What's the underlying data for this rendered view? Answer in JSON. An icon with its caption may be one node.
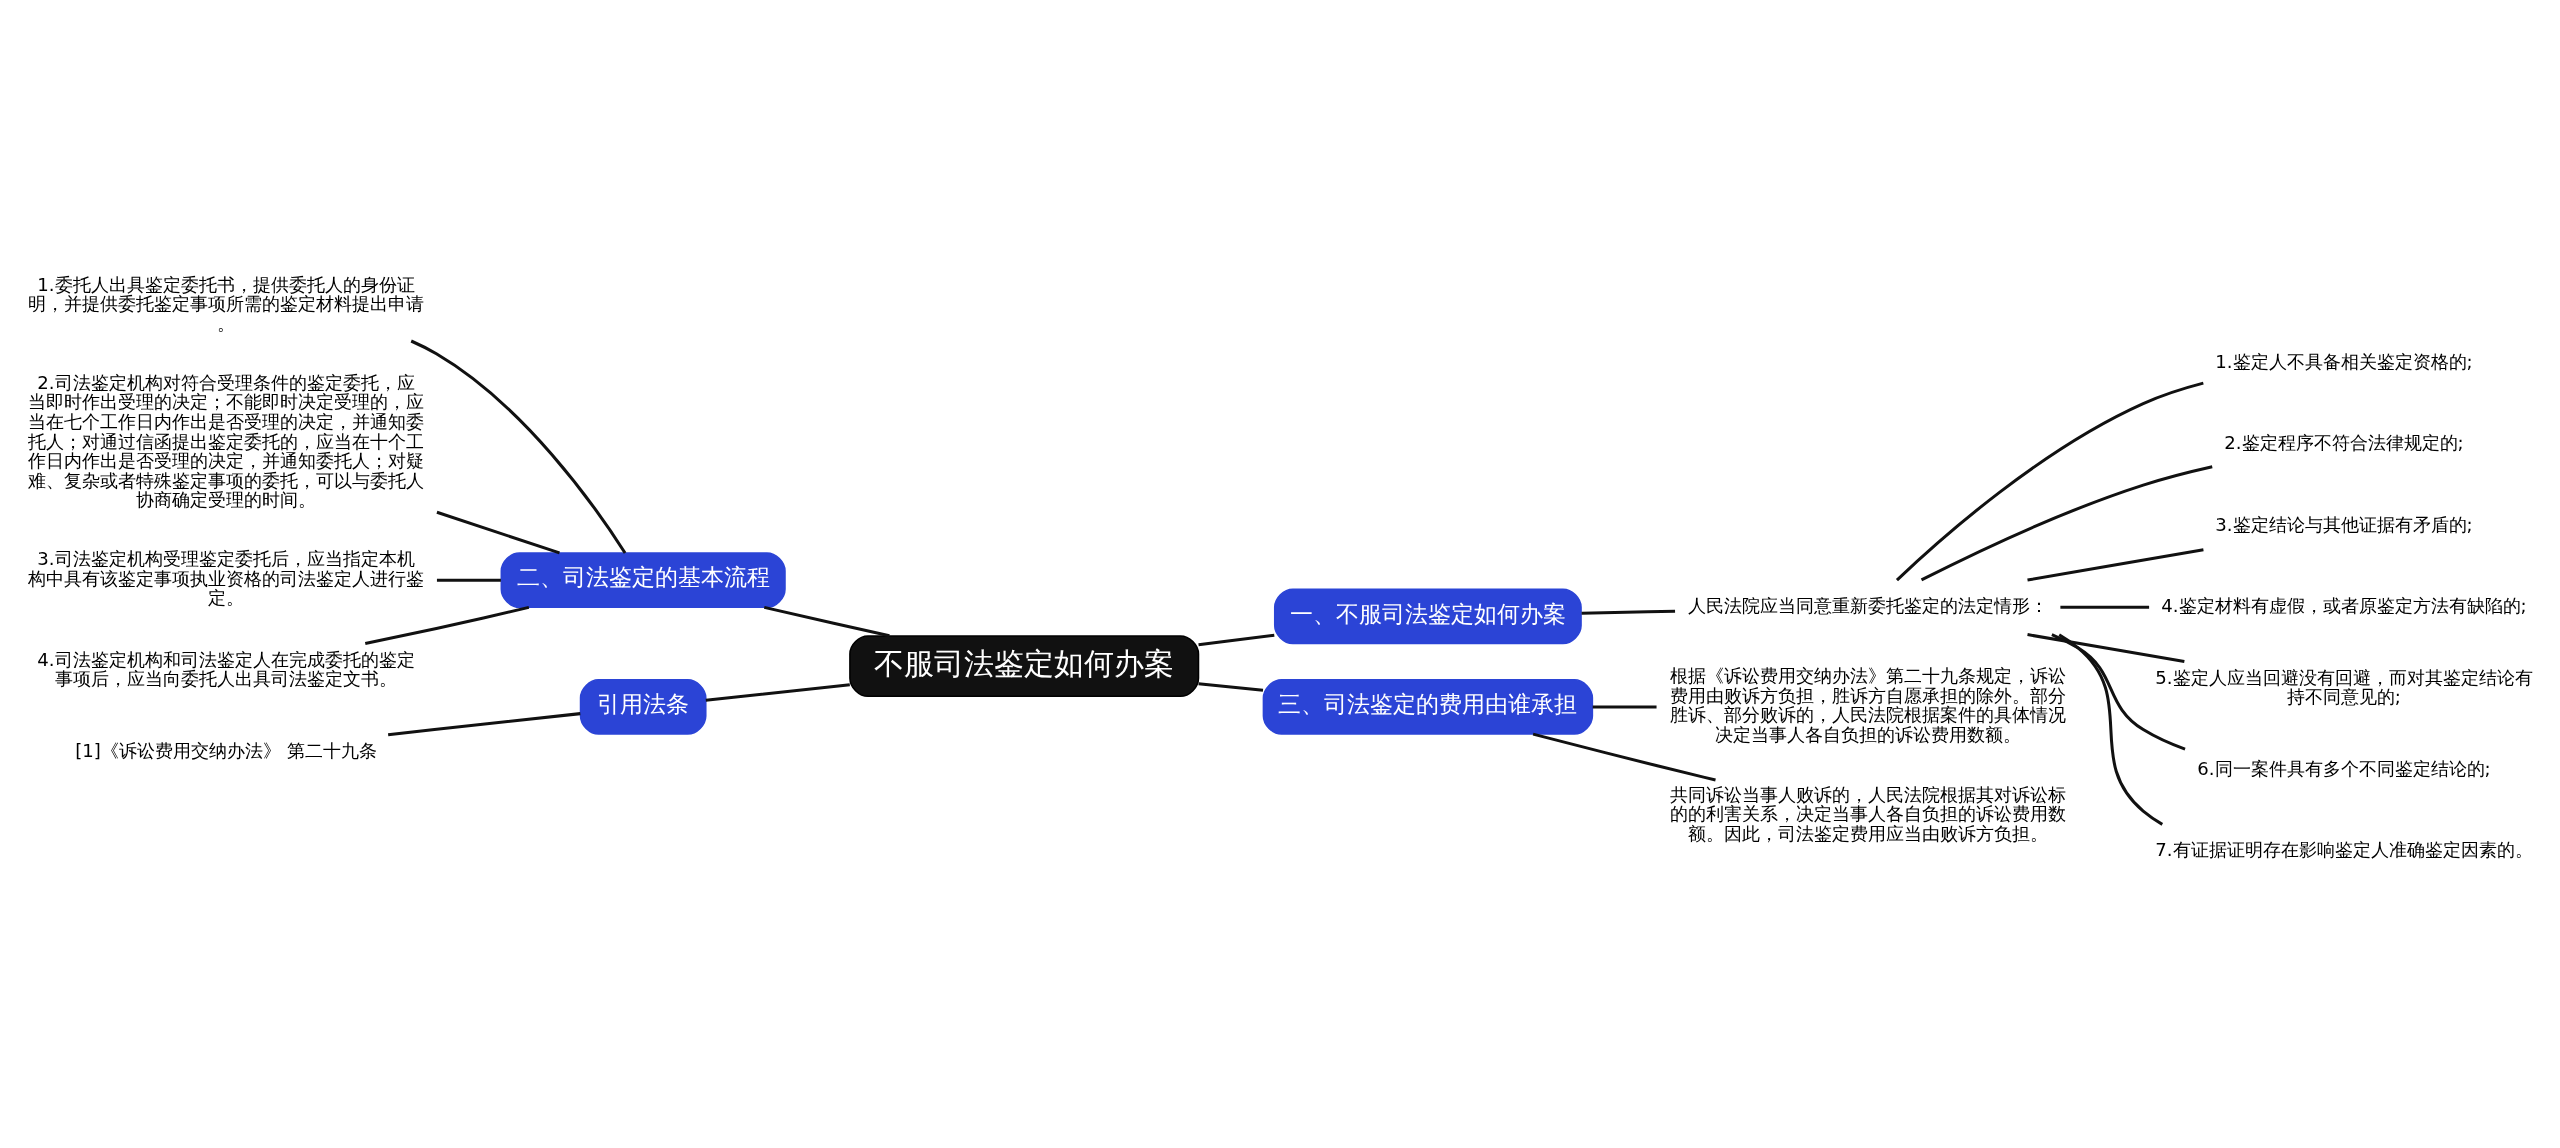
{
  "diagram": {
    "nodes": [
      {
        "text": [
          "不服司法鉴定如何办案"
        ]
      },
      {
        "text": [
          "一、不服司法鉴定如何办案"
        ]
      },
      {
        "text": [
          "人民法院应当同意重新委托鉴定的法定情形："
        ]
      },
      {
        "text": [
          "1.鉴定人不具备相关鉴定资格的;"
        ]
      },
      {
        "text": [
          "2.鉴定程序不符合法律规定的;"
        ]
      },
      {
        "text": [
          "3.鉴定结论与其他证据有矛盾的;"
        ]
      },
      {
        "text": [
          "4.鉴定材料有虚假，或者原鉴定方法有缺陷的;"
        ]
      },
      {
        "text": [
          "5.鉴定人应当回避没有回避，而对其鉴定结论有持不同意见的;"
        ]
      },
      {
        "text": [
          "6.同一案件具有多个不同鉴定结论的;"
        ]
      },
      {
        "text": [
          "7.有证据证明存在影响鉴定人准确鉴定因素的。"
        ]
      },
      {
        "text": [
          "三、司法鉴定的费用由谁承担"
        ]
      },
      {
        "text": [
          "根据《诉讼费用交纳办法》第二十九条规定，诉讼费用由败诉方负担，胜诉方自愿承担的除外。部分胜诉、部分败诉的，人民法院根据案件的具体情况决定当事人各自负担的诉讼费用数额。"
        ]
      },
      {
        "text": [
          "共同诉讼当事人败诉的，人民法院根据其对诉讼标的的利害关系，决定当事人各自负担的诉讼费用数额。因此，司法鉴定费用应当由败诉方负担。"
        ]
      },
      {
        "text": [
          "二、司法鉴定的基本流程"
        ]
      },
      {
        "text": [
          "1.委托人出具鉴定委托书，提供委托人的身份证明，并提供委托鉴定事项所需的鉴定材料提出申请。"
        ]
      },
      {
        "text": [
          "2.司法鉴定机构对符合受理条件的鉴定委托，应当即时作出受理的决定；不能即时决定受理的，应当在七个工作日内作出是否受理的决定，并通知委托人；对通过信函提出鉴定委托的，应当在十个工作日内作出是否受理的决定，并通知委托人；对疑难、复杂或者特殊鉴定事项的委托，可以与委托人协商确定受理的时间。"
        ]
      },
      {
        "text": [
          "3.司法鉴定机构受理鉴定委托后，应当指定本机构中具有该鉴定事项执业资格的司法鉴定人进行鉴定。"
        ]
      },
      {
        "text": [
          "4.司法鉴定机构和司法鉴定人在完成委托的鉴定事项后，应当向委托人出具司法鉴定文书。"
        ]
      },
      {
        "text": [
          "引用法条"
        ]
      },
      {
        "text": [
          "[1]《诉讼费用交纳办法》 第二十九条"
        ]
      }
    ],
    "edges": [
      {
        "from": 0,
        "to": 1,
        "arrow": "none"
      },
      {
        "from": 1,
        "to": 2,
        "arrow": "none"
      },
      {
        "from": 2,
        "to": 3,
        "arrow": "none"
      },
      {
        "from": 2,
        "to": 4,
        "arrow": "none"
      },
      {
        "from": 2,
        "to": 5,
        "arrow": "none"
      },
      {
        "from": 2,
        "to": 6,
        "arrow": "none"
      },
      {
        "from": 2,
        "to": 7,
        "arrow": "none"
      },
      {
        "from": 2,
        "to": 8,
        "arrow": "none"
      },
      {
        "from": 2,
        "to": 9,
        "arrow": "none"
      },
      {
        "from": 0,
        "to": 10,
        "arrow": "none"
      },
      {
        "from": 10,
        "to": 11,
        "arrow": "none"
      },
      {
        "from": 10,
        "to": 12,
        "arrow": "none"
      },
      {
        "from": 0,
        "to": 13,
        "arrow": "none"
      },
      {
        "from": 13,
        "to": 14,
        "arrow": "none"
      },
      {
        "from": 13,
        "to": 15,
        "arrow": "none"
      },
      {
        "from": 13,
        "to": 16,
        "arrow": "none"
      },
      {
        "from": 13,
        "to": 17,
        "arrow": "none"
      },
      {
        "from": 0,
        "to": 18,
        "arrow": "none"
      },
      {
        "from": 18,
        "to": 19,
        "arrow": "none"
      }
    ]
  }
}
